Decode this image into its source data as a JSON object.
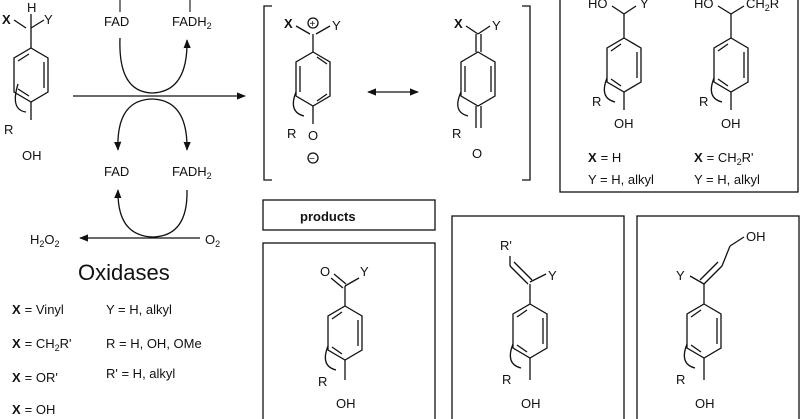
{
  "substrate": {
    "x_label": "X",
    "h_label": "H",
    "y_label": "Y",
    "r_label": "R",
    "oh_label": "OH"
  },
  "cofactor_top": {
    "fad": "FAD",
    "fadh": "FADH",
    "sub": "2"
  },
  "cofactor_bottom": {
    "fad": "FAD",
    "fadh": "FADH",
    "sub": "2"
  },
  "oxygen_step": {
    "h2o2_h": "H",
    "h2o2_sub": "2",
    "h2o2_o": "O",
    "o2_o": "O",
    "o2_sub": "2"
  },
  "enzyme_class": "Oxidases",
  "definitions": {
    "x_vinyl": "= Vinyl",
    "x_ch2r": "= CH",
    "x_ch2r_tail": "R'",
    "x_or": "= OR'",
    "x_oh": "= OH",
    "y_def": "Y = H, alkyl",
    "r_def": "R = H, OH, OMe",
    "rp_def": "R' = H, alkyl",
    "x_sym": "X",
    "sub2": "2"
  },
  "intermediate": {
    "x_label": "X",
    "y_label": "Y",
    "r_label": "R",
    "o_label": "O",
    "plus": "+",
    "minus": "−"
  },
  "hydration_box": {
    "left_ho": "HO",
    "left_y": "Y",
    "right_ho": "HO",
    "right_ch": "CH",
    "right_sub": "2",
    "right_r": "R",
    "left_r_ring": "R",
    "left_oh": "OH",
    "right_r_ring": "R",
    "right_oh": "OH",
    "left_x": "X",
    "left_x_def": "= H",
    "left_y_def": "Y = H, alkyl",
    "right_x": "X",
    "right_x_def": "= CH",
    "right_x_tail": "R'",
    "right_y_def": "Y = H, alkyl"
  },
  "products_label": "products",
  "product_ketone": {
    "o_label": "O",
    "y_label": "Y",
    "r_label": "R",
    "oh_label": "OH"
  },
  "product_alkene": {
    "rp_label": "R'",
    "y_label": "Y",
    "r_label": "R",
    "oh_label": "OH"
  },
  "product_alcohol": {
    "oh_top": "OH",
    "y_label": "Y",
    "r_label": "R",
    "oh_label": "OH"
  }
}
